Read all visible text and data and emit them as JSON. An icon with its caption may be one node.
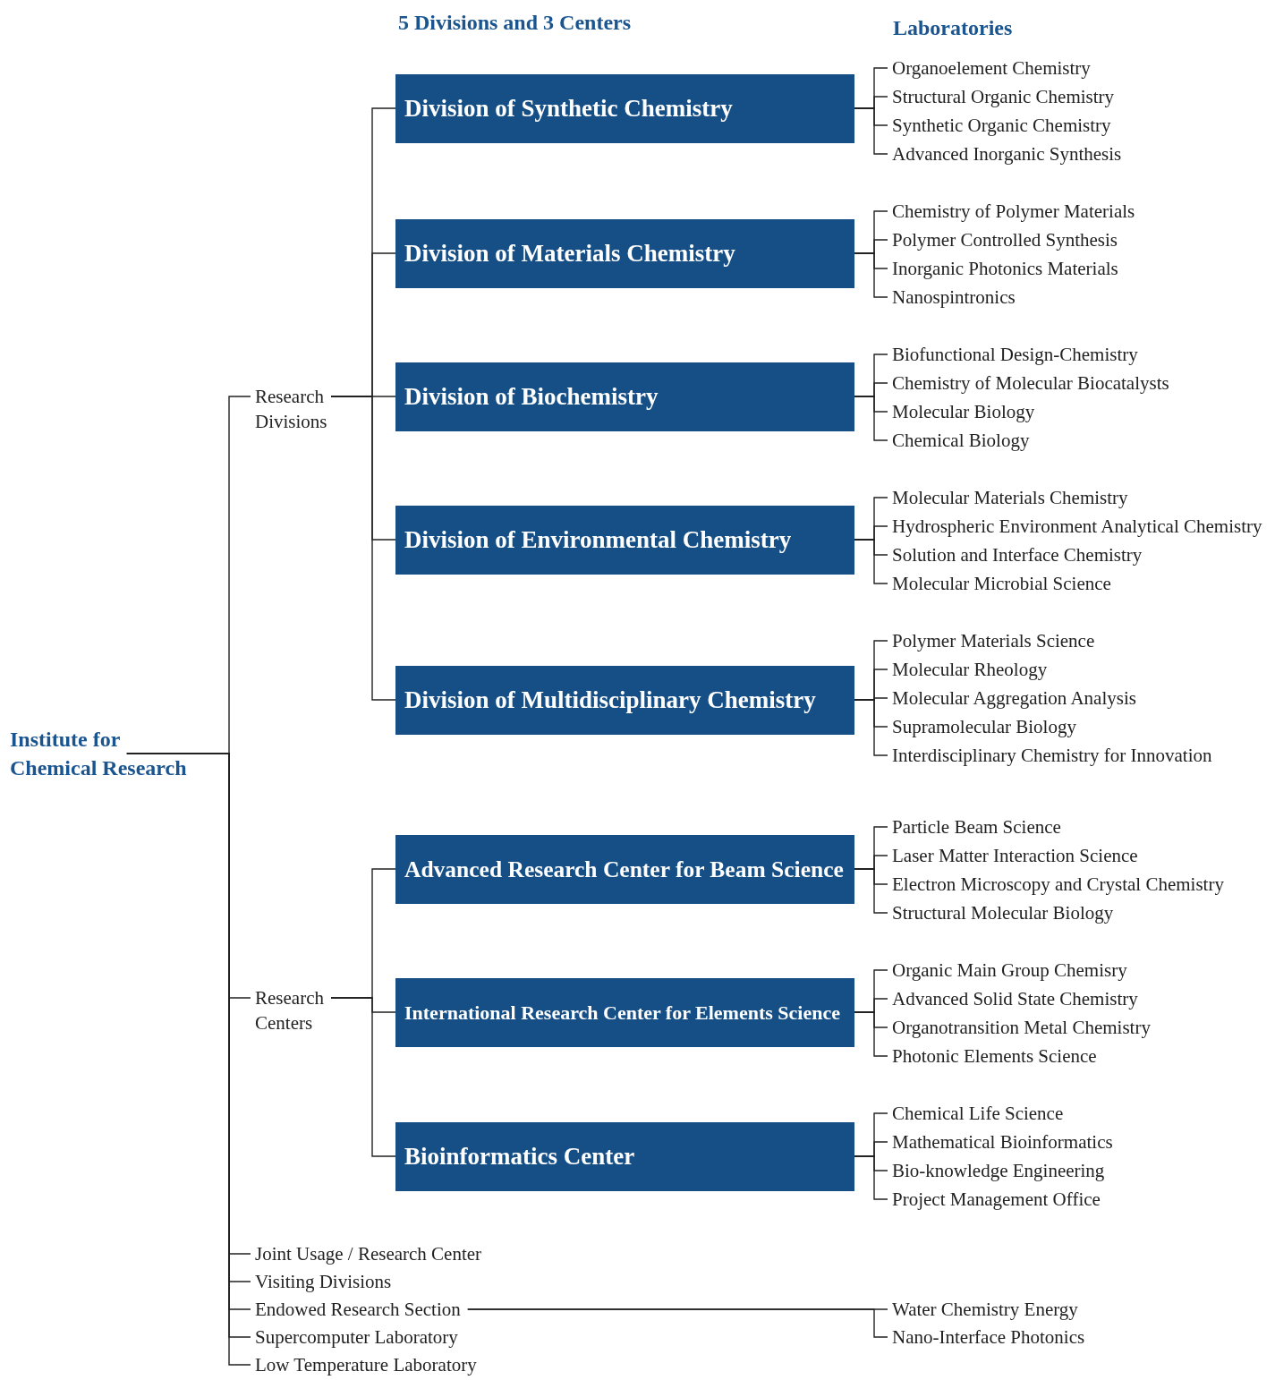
{
  "diagram": {
    "nodes": [
      {
        "text": [
          "Institute for Chemical Research"
        ]
      },
      {
        "text": [
          "Research Divisions"
        ]
      },
      {
        "text": [
          "Division of Synthetic Chemistry"
        ]
      },
      {
        "text": [
          "Organoelement Chemistry"
        ]
      },
      {
        "text": [
          "Structural Organic Chemistry"
        ]
      },
      {
        "text": [
          "Synthetic Organic Chemistry"
        ]
      },
      {
        "text": [
          "Advanced Inorganic Synthesis"
        ]
      },
      {
        "text": [
          "Division of Materials Chemistry"
        ]
      },
      {
        "text": [
          "Chemistry of Polymer Materials"
        ]
      },
      {
        "text": [
          "Polymer Controlled Synthesis"
        ]
      },
      {
        "text": [
          "Inorganic Photonics Materials"
        ]
      },
      {
        "text": [
          "Nanospintronics"
        ]
      },
      {
        "text": [
          "Division of Biochemistry"
        ]
      },
      {
        "text": [
          "Biofunctional Design-Chemistry"
        ]
      },
      {
        "text": [
          "Chemistry of Molecular Biocatalysts"
        ]
      },
      {
        "text": [
          "Molecular Biology"
        ]
      },
      {
        "text": [
          "Chemical Biology"
        ]
      },
      {
        "text": [
          "Division of Environmental Chemistry"
        ]
      },
      {
        "text": [
          "Molecular Materials Chemistry"
        ]
      },
      {
        "text": [
          "Hydrospheric Environment Analytical Chemistry"
        ]
      },
      {
        "text": [
          "Solution and Interface Chemistry"
        ]
      },
      {
        "text": [
          "Molecular Microbial Science"
        ]
      },
      {
        "text": [
          "Division of Multidisciplinary Chemistry"
        ]
      },
      {
        "text": [
          "Polymer Materials Science"
        ]
      },
      {
        "text": [
          "Molecular Rheology"
        ]
      },
      {
        "text": [
          "Molecular Aggregation Analysis"
        ]
      },
      {
        "text": [
          "Supramolecular Biology"
        ]
      },
      {
        "text": [
          "Interdisciplinary Chemistry for Innovation"
        ]
      },
      {
        "text": [
          "Research Centers"
        ]
      },
      {
        "text": [
          "Advanced Research Center for Beam Science"
        ]
      },
      {
        "text": [
          "Particle Beam Science"
        ]
      },
      {
        "text": [
          "Laser Matter Interaction Science"
        ]
      },
      {
        "text": [
          "Electron Microscopy and Crystal Chemistry"
        ]
      },
      {
        "text": [
          "Structural Molecular Biology"
        ]
      },
      {
        "text": [
          "International Research Center for Elements Science"
        ]
      },
      {
        "text": [
          "Organic Main Group Chemisry"
        ]
      },
      {
        "text": [
          "Advanced Solid State Chemistry"
        ]
      },
      {
        "text": [
          "Organotransition Metal Chemistry"
        ]
      },
      {
        "text": [
          "Photonic Elements Science"
        ]
      },
      {
        "text": [
          "Bioinformatics Center"
        ]
      },
      {
        "text": [
          "Chemical Life Science"
        ]
      },
      {
        "text": [
          "Mathematical Bioinformatics"
        ]
      },
      {
        "text": [
          "Bio-knowledge Engineering"
        ]
      },
      {
        "text": [
          "Project Management Office"
        ]
      },
      {
        "text": [
          "Joint Usage / Research Center"
        ]
      },
      {
        "text": [
          "Visiting Divisions"
        ]
      },
      {
        "text": [
          "Endowed Research Section"
        ]
      },
      {
        "text": [
          "Water Chemistry Energy"
        ]
      },
      {
        "text": [
          "Nano-Interface Photonics"
        ]
      },
      {
        "text": [
          "Supercomputer Laboratory"
        ]
      },
      {
        "text": [
          "Low Temperature Laboratory"
        ]
      }
    ],
    "edges": [
      {
        "from": 0,
        "to": 1,
        "arrow": "none"
      },
      {
        "from": 1,
        "to": 2,
        "arrow": "none"
      },
      {
        "from": 1,
        "to": 7,
        "arrow": "none"
      },
      {
        "from": 1,
        "to": 12,
        "arrow": "none"
      },
      {
        "from": 1,
        "to": 17,
        "arrow": "none"
      },
      {
        "from": 1,
        "to": 22,
        "arrow": "none"
      },
      {
        "from": 2,
        "to": 3,
        "arrow": "none"
      },
      {
        "from": 2,
        "to": 4,
        "arrow": "none"
      },
      {
        "from": 2,
        "to": 5,
        "arrow": "none"
      },
      {
        "from": 2,
        "to": 6,
        "arrow": "none"
      },
      {
        "from": 7,
        "to": 8,
        "arrow": "none"
      },
      {
        "from": 7,
        "to": 9,
        "arrow": "none"
      },
      {
        "from": 7,
        "to": 10,
        "arrow": "none"
      },
      {
        "from": 7,
        "to": 11,
        "arrow": "none"
      },
      {
        "from": 12,
        "to": 13,
        "arrow": "none"
      },
      {
        "from": 12,
        "to": 14,
        "arrow": "none"
      },
      {
        "from": 12,
        "to": 15,
        "arrow": "none"
      },
      {
        "from": 12,
        "to": 16,
        "arrow": "none"
      },
      {
        "from": 17,
        "to": 18,
        "arrow": "none"
      },
      {
        "from": 17,
        "to": 19,
        "arrow": "none"
      },
      {
        "from": 17,
        "to": 20,
        "arrow": "none"
      },
      {
        "from": 17,
        "to": 21,
        "arrow": "none"
      },
      {
        "from": 22,
        "to": 23,
        "arrow": "none"
      },
      {
        "from": 22,
        "to": 24,
        "arrow": "none"
      },
      {
        "from": 22,
        "to": 25,
        "arrow": "none"
      },
      {
        "from": 22,
        "to": 26,
        "arrow": "none"
      },
      {
        "from": 22,
        "to": 27,
        "arrow": "none"
      },
      {
        "from": 0,
        "to": 28,
        "arrow": "none"
      },
      {
        "from": 28,
        "to": 29,
        "arrow": "none"
      },
      {
        "from": 28,
        "to": 34,
        "arrow": "none"
      },
      {
        "from": 28,
        "to": 39,
        "arrow": "none"
      },
      {
        "from": 29,
        "to": 30,
        "arrow": "none"
      },
      {
        "from": 29,
        "to": 31,
        "arrow": "none"
      },
      {
        "from": 29,
        "to": 32,
        "arrow": "none"
      },
      {
        "from": 29,
        "to": 33,
        "arrow": "none"
      },
      {
        "from": 34,
        "to": 35,
        "arrow": "none"
      },
      {
        "from": 34,
        "to": 36,
        "arrow": "none"
      },
      {
        "from": 34,
        "to": 37,
        "arrow": "none"
      },
      {
        "from": 34,
        "to": 38,
        "arrow": "none"
      },
      {
        "from": 39,
        "to": 40,
        "arrow": "none"
      },
      {
        "from": 39,
        "to": 41,
        "arrow": "none"
      },
      {
        "from": 39,
        "to": 42,
        "arrow": "none"
      },
      {
        "from": 39,
        "to": 43,
        "arrow": "none"
      },
      {
        "from": 0,
        "to": 44,
        "arrow": "none"
      },
      {
        "from": 0,
        "to": 45,
        "arrow": "none"
      },
      {
        "from": 0,
        "to": 46,
        "arrow": "none"
      },
      {
        "from": 46,
        "to": 47,
        "arrow": "none"
      },
      {
        "from": 46,
        "to": 48,
        "arrow": "none"
      },
      {
        "from": 0,
        "to": 49,
        "arrow": "none"
      },
      {
        "from": 0,
        "to": 50,
        "arrow": "none"
      }
    ],
    "labels": [
      "5 Divisions and 3 Centers",
      "Laboratories"
    ]
  }
}
